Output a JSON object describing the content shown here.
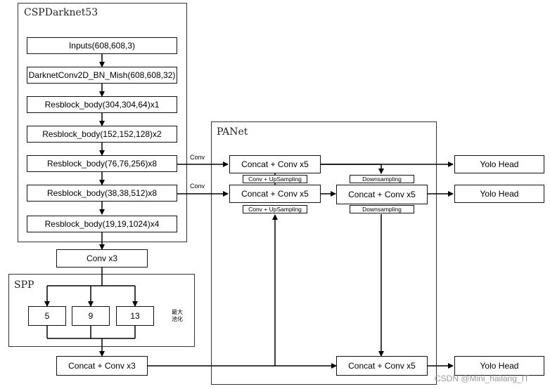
{
  "regions": {
    "csp": "CSPDarknet53",
    "panet": "PANet",
    "spp": "SPP"
  },
  "backbone": [
    "Inputs(608,608,3)",
    "DarknetConv2D_BN_Mish(608,608,32)",
    "Resblock_body(304,304,64)x1",
    "Resblock_body(152,152,128)x2",
    "Resblock_body(76,76,256)x8",
    "Resblock_body(38,38,512)x8",
    "Resblock_body(19,19,1024)x4"
  ],
  "conv_x3_top": "Conv x3",
  "pool_sizes": [
    "5",
    "9",
    "13"
  ],
  "pool_label": "最大\n池化",
  "concat_conv_x3": "Concat + Conv x3",
  "panet": {
    "concat_top": "Concat + Conv x5",
    "concat_mid_left": "Concat + Conv x5",
    "concat_mid_right": "Concat + Conv x5",
    "concat_bottom": "Concat + Conv x5",
    "upsample_1": "Conv + UpSampling",
    "upsample_2": "Conv + UpSampling",
    "downsample_1": "Downsampling",
    "downsample_2": "Downsampling"
  },
  "conv_labels": [
    "Conv",
    "Conv"
  ],
  "heads": [
    "Yolo Head",
    "Yolo Head",
    "Yolo Head"
  ],
  "watermark": "CSDN @Mini_hailang_IT"
}
